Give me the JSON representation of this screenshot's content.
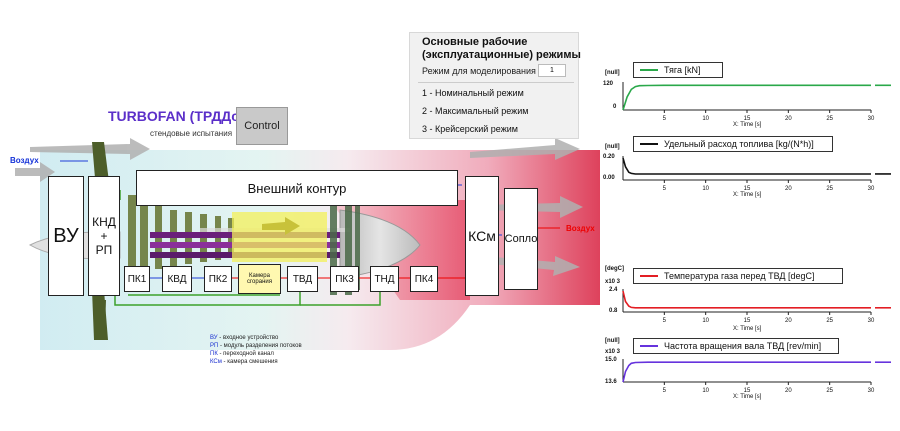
{
  "engine": {
    "title": "TURBOFAN (ТРДДсм)",
    "subtitle": "стендовые испытания",
    "control_label": "Control",
    "air_in": "Воздух",
    "air_out": "Воздух",
    "bypass": "Внешний контур",
    "vu": "ВУ",
    "knd_a": "КНД",
    "knd_b": "+",
    "knd_c": "РП",
    "pk1": "ПК1",
    "kvd": "КВД",
    "pk2": "ПК2",
    "chamber_a": "Камера",
    "chamber_b": "сгорания",
    "tvd": "ТВД",
    "pk3": "ПК3",
    "tnd": "ТНД",
    "pk4": "ПК4",
    "ksm": "КСм",
    "nozzle": "Сопло",
    "legend": [
      {
        "key": "ВУ",
        "text": " - входное устройство"
      },
      {
        "key": "РП",
        "text": " - модуль разделения потоков"
      },
      {
        "key": "ПК",
        "text": " - переходной канал"
      },
      {
        "key": "КСм",
        "text": " - камера смешения"
      }
    ]
  },
  "modes": {
    "header_a": "Основные рабочие",
    "header_b": "(эксплуатационные) режимы",
    "sim_label": "Режим для моделирования",
    "sim_value": "1",
    "items": [
      "1 - Номинальный режим",
      "2 - Максимальный режим",
      "3 - Крейсерский режим"
    ]
  },
  "charts": {
    "x_title": "X: Time [s]",
    "x_ticks": [
      "5",
      "10",
      "15",
      "20",
      "25",
      "30"
    ],
    "thrust": {
      "unit": "[null]",
      "legend": "Тяга [kN]",
      "color": "#2aa84a",
      "yticks": [
        "120",
        "0"
      ]
    },
    "sfc": {
      "unit": "[null]",
      "legend": "Удельный расход топлива [kg/(N*h)]",
      "color": "#111111",
      "yticks": [
        "0.20",
        "0.00"
      ]
    },
    "temp": {
      "unit": "[degC]",
      "scale": "x10 3",
      "legend": "Температура газа перед ТВД [degC]",
      "color": "#e31e24",
      "yticks": [
        "2.4",
        "0.8"
      ]
    },
    "speed": {
      "unit": "[null]",
      "scale": "x10 3",
      "legend": "Частота вращения вала ТВД [rev/min]",
      "color": "#6633dd",
      "yticks": [
        "15.0",
        "13.6"
      ]
    }
  },
  "chart_data": [
    {
      "type": "line",
      "legend": "Тяга [kN]",
      "ylabel": "[null]",
      "xlabel": "X: Time [s]",
      "xlim": [
        0,
        30
      ],
      "ylim": [
        0,
        120
      ],
      "x": [
        0,
        0.5,
        1,
        1.5,
        2,
        3,
        5,
        30
      ],
      "series": [
        {
          "name": "Тяга [kN]",
          "values": [
            0,
            60,
            95,
            108,
            112,
            113,
            114,
            114
          ]
        }
      ]
    },
    {
      "type": "line",
      "legend": "Удельный расход топлива [kg/(N*h)]",
      "ylabel": "[null]",
      "xlabel": "X: Time [s]",
      "xlim": [
        0,
        30
      ],
      "ylim": [
        0.0,
        0.2
      ],
      "x": [
        0,
        0.3,
        0.7,
        1,
        1.5,
        3,
        30
      ],
      "series": [
        {
          "name": "Удельный расход топлива [kg/(N*h)]",
          "values": [
            0.2,
            0.12,
            0.07,
            0.06,
            0.055,
            0.055,
            0.055
          ]
        }
      ]
    },
    {
      "type": "line",
      "legend": "Температура газа перед ТВД [degC]",
      "ylabel": "[degC] x10 3",
      "xlabel": "X: Time [s]",
      "xlim": [
        0,
        30
      ],
      "ylim": [
        0.8,
        2.4
      ],
      "x": [
        0,
        0.3,
        0.7,
        1,
        1.5,
        3,
        30
      ],
      "series": [
        {
          "name": "Температура газа перед ТВД [degC]",
          "values": [
            2.4,
            1.6,
            1.25,
            1.15,
            1.12,
            1.12,
            1.12
          ]
        }
      ]
    },
    {
      "type": "line",
      "legend": "Частота вращения вала ТВД [rev/min]",
      "ylabel": "[null] x10 3",
      "xlabel": "X: Time [s]",
      "xlim": [
        0,
        30
      ],
      "ylim": [
        13.6,
        15.0
      ],
      "x": [
        0,
        0.3,
        0.7,
        1,
        1.5,
        3,
        30
      ],
      "series": [
        {
          "name": "Частота вращения вала ТВД [rev/min]",
          "values": [
            13.6,
            14.3,
            14.7,
            14.85,
            14.9,
            14.92,
            14.92
          ]
        }
      ]
    }
  ]
}
